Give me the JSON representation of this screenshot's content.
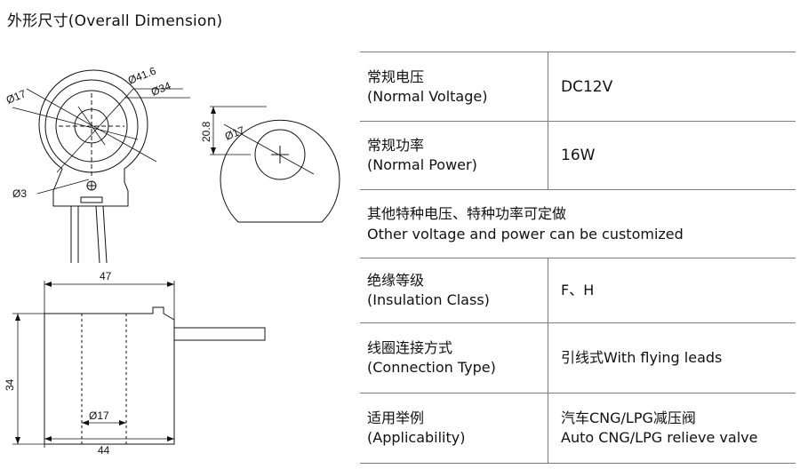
{
  "title": "外形尺寸(Overall Dimension)",
  "diagram": {
    "top_view_labels": {
      "d_hole": "Ø17",
      "d_inner_ring": "Ø41.6",
      "d_outer": "Ø34",
      "d_screw": "Ø3"
    },
    "side_view_labels": {
      "d_hole": "Ø17",
      "height": "20.8"
    },
    "front_view_labels": {
      "width_top": "47",
      "height": "34",
      "d_hole": "Ø17",
      "width_bottom": "44"
    }
  },
  "specs": {
    "normal_voltage": {
      "label_cn": "常规电压",
      "label_en": "(Normal Voltage)",
      "value": "DC12V"
    },
    "normal_power": {
      "label_cn": "常规功率",
      "label_en": "(Normal Power)",
      "value": "16W"
    },
    "custom_note": {
      "cn": "其他特种电压、特种功率可定做",
      "en": "Other voltage and power can be customized"
    },
    "insulation_class": {
      "label_cn": "绝缘等级",
      "label_en": "(Insulation Class)",
      "value": "F、H"
    },
    "connection_type": {
      "label_cn": "线圈连接方式",
      "label_en": "(Connection Type)",
      "value": "引线式With flying leads"
    },
    "applicability": {
      "label_cn": "适用举例",
      "label_en": "(Applicability)",
      "value_cn": "汽车CNG/LPG减压阀",
      "value_en": "Auto CNG/LPG relieve valve"
    }
  }
}
